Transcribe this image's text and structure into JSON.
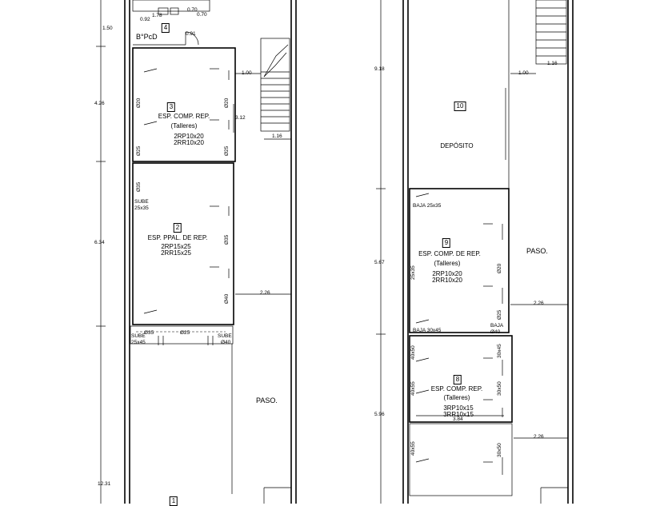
{
  "left_plan": {
    "dims_vertical": [
      "1.50",
      "4.26",
      "6.34",
      "12.31"
    ],
    "dims_top": [
      "0.92",
      "1.78",
      "0.70",
      "0.70",
      "0.91"
    ],
    "stair_dims": [
      "1.00",
      "3.12",
      "1.16"
    ],
    "corridor_dim": "2.26",
    "bathroom": {
      "number": "4",
      "label": "B°PcD"
    },
    "room3": {
      "number": "3",
      "title": "ESP. COMP. REP.",
      "subtitle": "(Talleres)",
      "spec1": "2RP10x20",
      "spec2": "2RR10x20",
      "duct_marks": [
        "Ø20",
        "Ø25",
        "Ø20",
        "Ø25"
      ]
    },
    "room2": {
      "number": "2",
      "title": "ESP. PPAL. DE REP.",
      "spec1": "2RP15x25",
      "spec2": "2RR15x25",
      "sube": "SUBE",
      "sube_size": "25x35",
      "duct_marks": [
        "Ø35",
        "Ø35",
        "Ø40"
      ]
    },
    "lower_marks": [
      "Ø35",
      "Ø25",
      "SUBE",
      "SUBE",
      "Ø40",
      "25x45"
    ],
    "paso": "PASO.",
    "bottom_number": "1"
  },
  "right_plan": {
    "dims_vertical": [
      "9.18",
      "5.67",
      "5.96"
    ],
    "stair_dims": [
      "1.00",
      "1.16"
    ],
    "corridor_dims": [
      "2.26",
      "2.26"
    ],
    "room10": {
      "number": "10",
      "title": "DEPÓSITO"
    },
    "room9": {
      "number": "9",
      "title": "ESP. COMP. DE REP.",
      "subtitle": "(Talleres)",
      "spec1": "2RP10x20",
      "spec2": "2RR10x20",
      "baja_top": "BAJA 25x35",
      "baja_bottom": "BAJA 30x45",
      "baja_right": "BAJA",
      "baja_right_size": "Ø40",
      "duct_marks": [
        "25x35",
        "Ø20",
        "Ø25"
      ]
    },
    "room8": {
      "number": "8",
      "title": "ESP. COMP. REP.",
      "subtitle": "(Talleres)",
      "spec1": "3RP10x15",
      "spec2": "3RR10x15",
      "width_dim": "3.84",
      "duct_marks": [
        "40x50",
        "40x55",
        "30x45",
        "30x50",
        "40x55",
        "30x50"
      ]
    },
    "paso": "PASO."
  }
}
